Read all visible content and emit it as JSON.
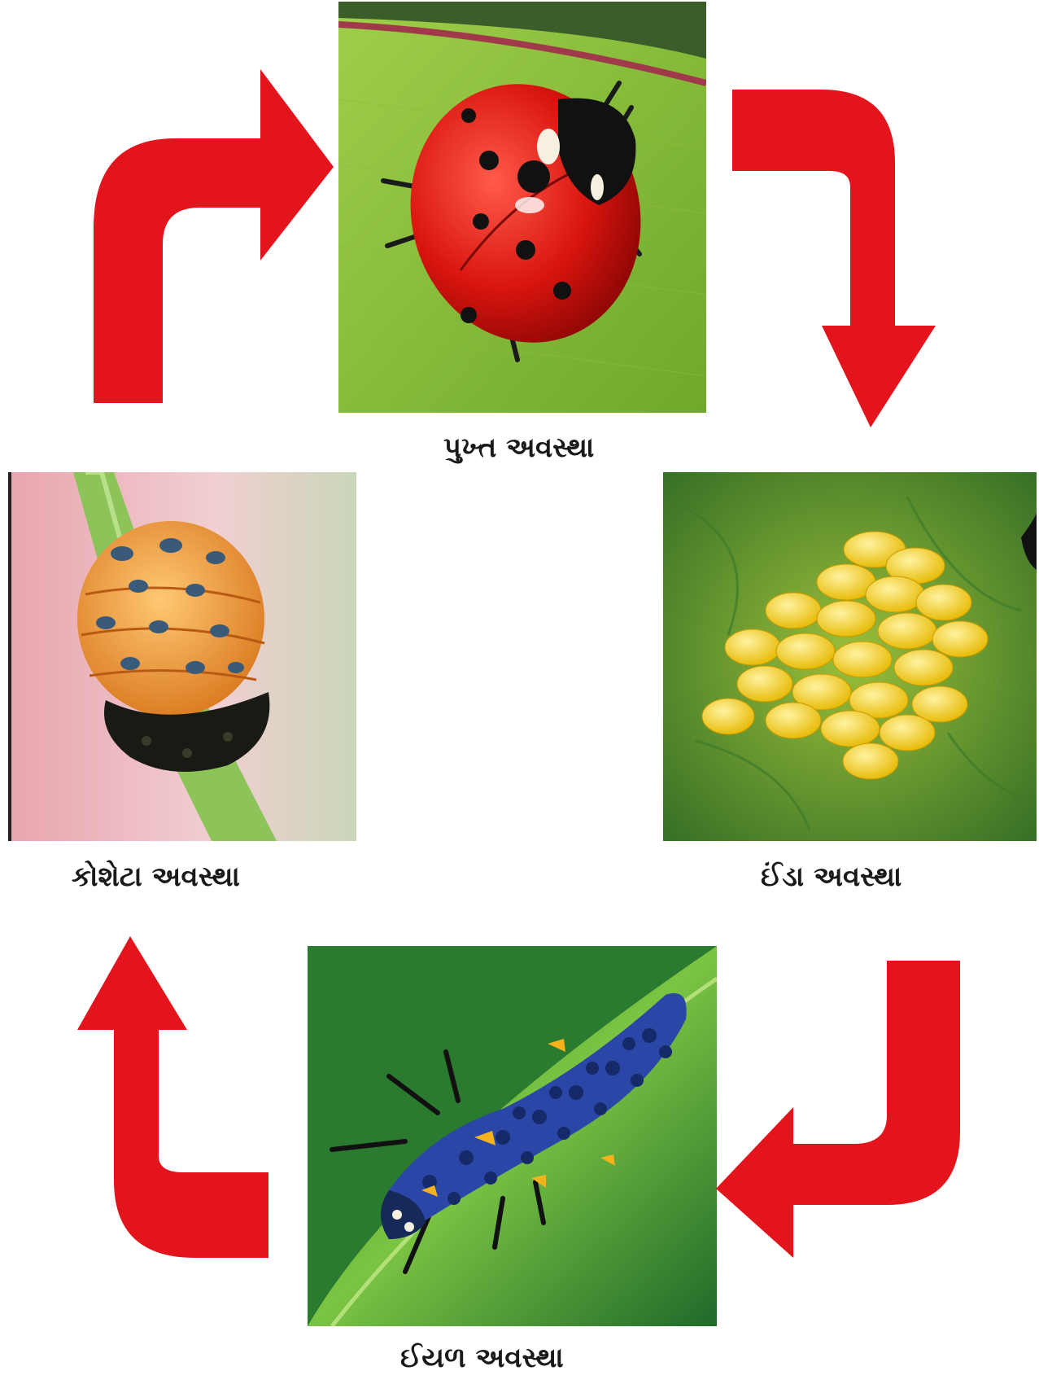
{
  "diagram": {
    "stages": [
      {
        "id": "adult",
        "label": "પુખ્ત અવસ્થા",
        "image": "ladybug-adult-on-leaf"
      },
      {
        "id": "egg",
        "label": "ઈંડા અવસ્થા",
        "image": "yellow-egg-cluster-on-leaf"
      },
      {
        "id": "larva",
        "label": "ઈયળ અવસ્થા",
        "image": "blue-spiky-larva-on-leaf"
      },
      {
        "id": "pupa",
        "label": "કોશેટા અવસ્થા",
        "image": "orange-spotted-pupa-on-stem"
      }
    ],
    "arrow_color": "#e3141b",
    "arrow_icon": "curved-arrow-icon"
  }
}
